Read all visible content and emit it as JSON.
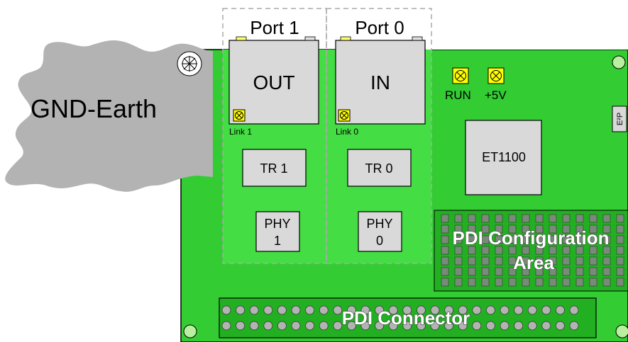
{
  "ground": {
    "label": "GND-Earth"
  },
  "ports": [
    {
      "port_label": "Port 1",
      "connector_label": "OUT",
      "link_label": "Link 1",
      "transformer_label": "TR 1",
      "phy_line1": "PHY",
      "phy_line2": "1"
    },
    {
      "port_label": "Port 0",
      "connector_label": "IN",
      "link_label": "Link 0",
      "transformer_label": "TR 0",
      "phy_line1": "PHY",
      "phy_line2": "0"
    }
  ],
  "leds": {
    "run_label": "RUN",
    "power_label": "+5V"
  },
  "chip": {
    "label": "ET1100"
  },
  "eeprom": {
    "label": "E²P"
  },
  "pdi_config": {
    "line1": "PDI Configuration",
    "line2": "Area"
  },
  "pdi_connector": {
    "label": "PDI Connector"
  },
  "colors": {
    "board": "#33cc33",
    "board_dark": "#22b022",
    "port_area": "#44dd44",
    "component": "#d9d9d9",
    "led": "#ffff00",
    "ground_cloud": "#b3b3b3"
  }
}
